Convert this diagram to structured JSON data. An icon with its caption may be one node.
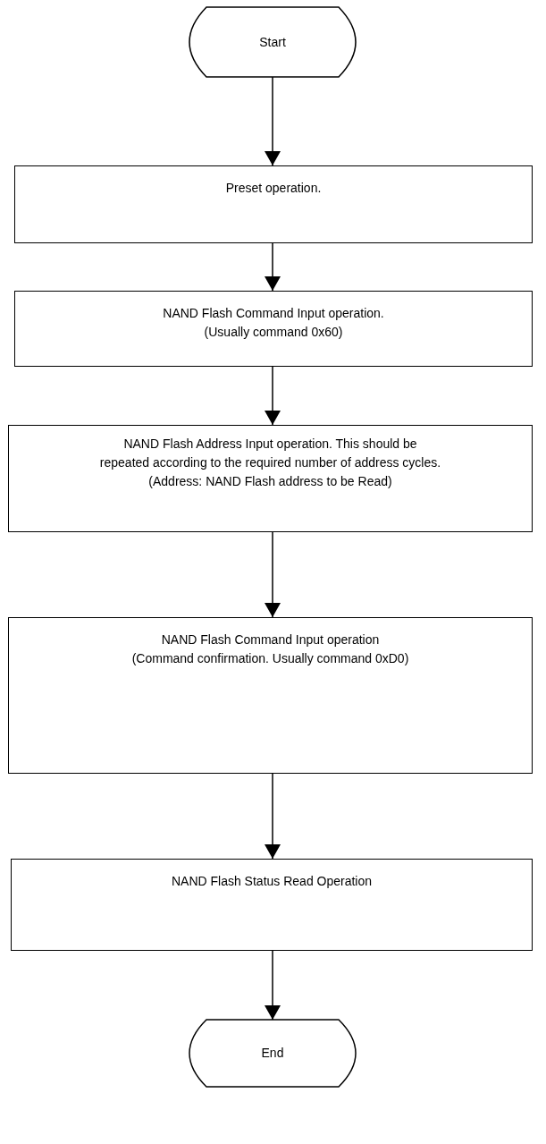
{
  "diagram": {
    "nodes": [
      {
        "text": [
          "Start"
        ]
      },
      {
        "text": [
          "Preset operation."
        ]
      },
      {
        "text": [
          "NAND Flash Command Input operation.",
          "(Usually command 0x60)"
        ]
      },
      {
        "text": [
          "NAND Flash Address Input operation. This should be repeated according to the required number of address cycles.",
          "(Address: NAND Flash address to be Read)"
        ]
      },
      {
        "text": [
          "NAND Flash Command Input operation",
          "(Command confirmation. Usually command 0xD0)"
        ]
      },
      {
        "text": [
          "NAND Flash Status Read Operation"
        ]
      },
      {
        "text": [
          "End"
        ]
      }
    ],
    "edges": [
      {
        "from": 0,
        "to": 1,
        "arrow": "to"
      },
      {
        "from": 1,
        "to": 2,
        "arrow": "to"
      },
      {
        "from": 2,
        "to": 3,
        "arrow": "to"
      },
      {
        "from": 3,
        "to": 4,
        "arrow": "to"
      },
      {
        "from": 4,
        "to": 5,
        "arrow": "to"
      },
      {
        "from": 5,
        "to": 6,
        "arrow": "to"
      }
    ]
  }
}
